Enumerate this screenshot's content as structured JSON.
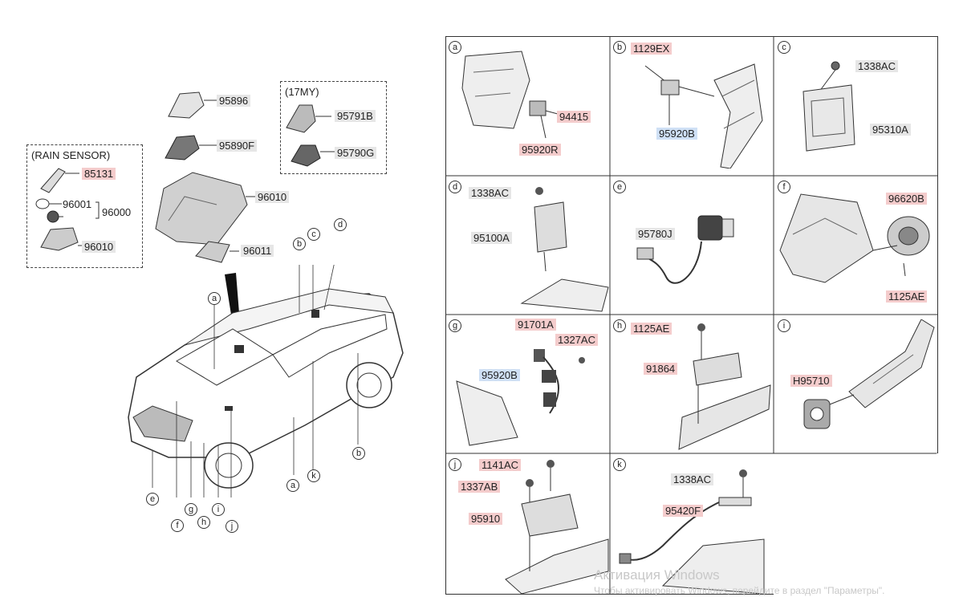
{
  "colors": {
    "highlight_grey": "#e6e6e6",
    "highlight_red": "#f4cccc",
    "highlight_blue": "#cfe0f5",
    "line": "#333333"
  },
  "left": {
    "rain_sensor_title": "(RAIN SENSOR)",
    "rain_sensor_parts": [
      "85131",
      "96001",
      "96000",
      "96010"
    ],
    "my17_title": "(17MY)",
    "my17_parts": [
      "95791B",
      "95790G"
    ],
    "overhead_parts": [
      "95896",
      "95890F",
      "96010",
      "96011"
    ],
    "vehicle_callouts": [
      "a",
      "b",
      "c",
      "d",
      "a",
      "b",
      "k",
      "e",
      "f",
      "g",
      "h",
      "i",
      "j"
    ]
  },
  "panels": {
    "a": {
      "letter": "a",
      "parts": [
        "94415",
        "95920R"
      ]
    },
    "b": {
      "letter": "b",
      "parts": [
        "1129EX",
        "95920B"
      ]
    },
    "c": {
      "letter": "c",
      "parts": [
        "1338AC",
        "95310A"
      ]
    },
    "d": {
      "letter": "d",
      "parts": [
        "1338AC",
        "95100A"
      ]
    },
    "e": {
      "letter": "e",
      "parts": [
        "95780J"
      ]
    },
    "f": {
      "letter": "f",
      "parts": [
        "96620B",
        "1125AE"
      ]
    },
    "g": {
      "letter": "g",
      "parts": [
        "91701A",
        "1327AC",
        "95920B"
      ]
    },
    "h": {
      "letter": "h",
      "parts": [
        "1125AE",
        "91864"
      ]
    },
    "i": {
      "letter": "i",
      "parts": [
        "H95710"
      ]
    },
    "j": {
      "letter": "j",
      "parts": [
        "1141AC",
        "1337AB",
        "95910"
      ]
    },
    "k": {
      "letter": "k",
      "parts": [
        "1338AC",
        "95420F"
      ]
    }
  },
  "watermark": {
    "line1": "Активация Windows",
    "line2": "Чтобы активировать Windows, перейдите в раздел \"Параметры\"."
  }
}
